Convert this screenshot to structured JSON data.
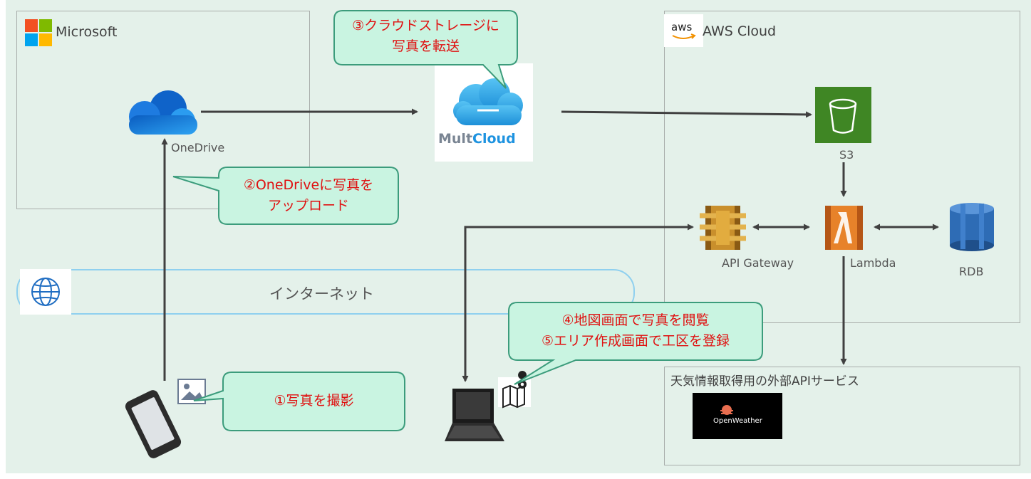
{
  "regions": {
    "microsoft": "Microsoft",
    "aws": "AWS Cloud",
    "external_api": "天気情報取得用の外部APIサービス"
  },
  "internet": {
    "label": "インターネット"
  },
  "services": {
    "onedrive": "OneDrive",
    "s3": "S3",
    "api_gateway": "API Gateway",
    "lambda": "Lambda",
    "rdb": "RDB"
  },
  "logos": {
    "aws": "aws",
    "multcloud_prefix": "Mult",
    "multcloud_suffix": "Cloud",
    "openweather": "OpenWeather"
  },
  "callouts": {
    "step1": "①写真を撮影",
    "step2_line1": "②OneDriveに写真を",
    "step2_line2": "アップロード",
    "step3_line1": "③クラウドストレージに",
    "step3_line2": "写真を転送",
    "step4": "④地図画面で写真を閲覧",
    "step5": "⑤エリア作成画面で工区を登録"
  },
  "colors": {
    "background": "#e4f1ea",
    "callout_fill": "#c9f4e1",
    "callout_border": "#3c9c7c",
    "callout_text": "#e01010",
    "arrow": "#404040",
    "s3_green": "#3f8624",
    "lambda_orange": "#e7822a",
    "api_gateway_gold": "#c98f2c",
    "rdb_blue": "#2e6cb5",
    "onedrive_blue": "#1479d6"
  }
}
